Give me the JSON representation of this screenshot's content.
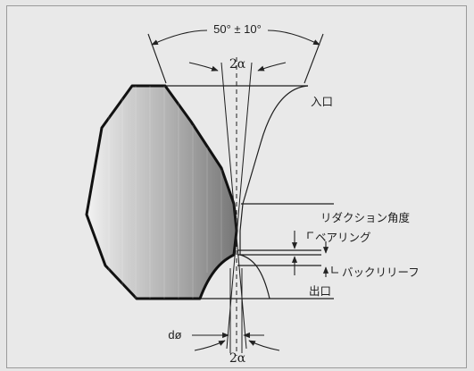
{
  "diagram": {
    "angle_top_label": "50° ± 10°",
    "alpha_top_label": "2α",
    "alpha_bottom_label": "2α",
    "diameter_label": "dø",
    "labels": {
      "entrance": "入口",
      "reduction_angle": "リダクション角度",
      "bearing": "ベアリング",
      "back_relief": "バックリリーフ",
      "exit": "出口"
    }
  }
}
